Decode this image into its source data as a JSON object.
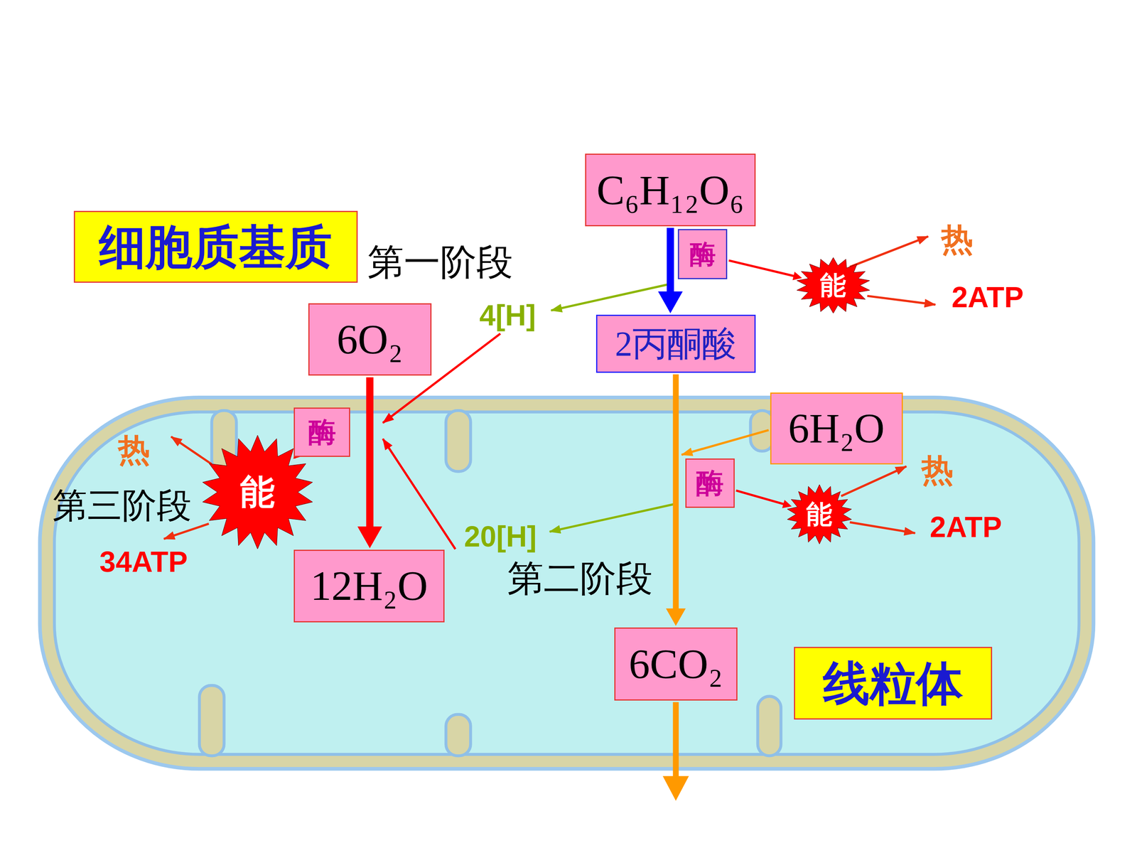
{
  "diagram": {
    "nodes": [
      {
        "text": [
          "C₆H₁₂O₆"
        ]
      },
      {
        "text": [
          "细胞质基质"
        ]
      },
      {
        "text": [
          "酶"
        ]
      },
      {
        "text": [
          "能"
        ]
      },
      {
        "text": [
          "6O₂"
        ]
      },
      {
        "text": [
          "2丙酮酸"
        ]
      },
      {
        "text": [
          "6H₂O"
        ]
      },
      {
        "text": [
          "酶"
        ]
      },
      {
        "text": [
          "酶"
        ]
      },
      {
        "text": [
          "能"
        ]
      },
      {
        "text": [
          "能"
        ]
      },
      {
        "text": [
          "12H₂O"
        ]
      },
      {
        "text": [
          "6CO₂"
        ]
      },
      {
        "text": [
          "线粒体"
        ]
      }
    ],
    "edges": [
      {
        "from": 0,
        "to": 5,
        "arrow": "to"
      },
      {
        "from": 5,
        "to": 12,
        "arrow": "to"
      },
      {
        "from": 4,
        "to": 11,
        "arrow": "to"
      },
      {
        "from": 2,
        "to": 3,
        "arrow": "to"
      },
      {
        "from": 7,
        "to": 9,
        "arrow": "to"
      },
      {
        "from": 8,
        "to": 10,
        "arrow": "to"
      }
    ],
    "labels": [
      "第一阶段",
      "4[H]",
      "热",
      "2ATP",
      "热",
      "第三阶段",
      "34ATP",
      "20[H]",
      "第二阶段",
      "热",
      "2ATP"
    ]
  }
}
